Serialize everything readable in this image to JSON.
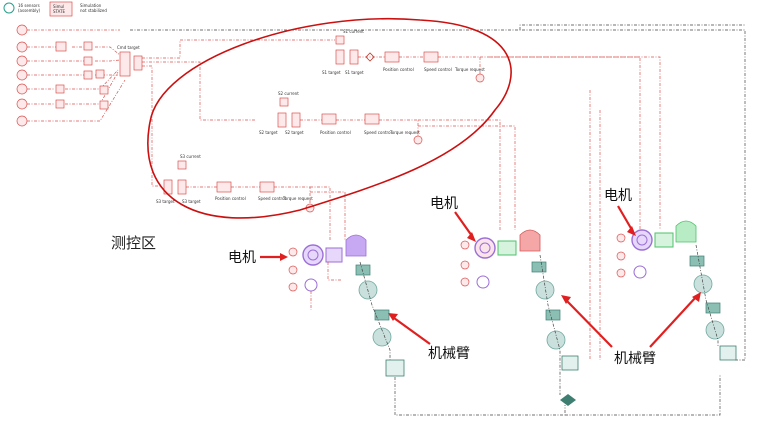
{
  "header": {
    "tool_icon_label": "",
    "box1_line1": "16 sensors",
    "box1_line2": "(assembly)",
    "box2_line1": "Simul",
    "box2_line2": "STATE",
    "note_line1": "Simulation",
    "note_line2": "not stabilized"
  },
  "labels": {
    "cmd_target": "Cmd target",
    "s1_current": "S1 current",
    "s2_current": "S2 current",
    "s3_current": "S3 current",
    "s1_target": "S1 target",
    "s2_target": "S2 target",
    "s3_target": "S3 target",
    "position_control": "Position control",
    "speed_control": "Speed control",
    "torque_request": "Torque request"
  },
  "annotations": {
    "test_area": "测控区",
    "motor": "电机",
    "robot_arm": "机械臂"
  },
  "colors": {
    "block": "#fde8ea",
    "wire": "#d9534f",
    "ellipse": "#cc1010",
    "arrow": "#e02020",
    "arm1": "#9b6fd6",
    "arm2": "#4fc06b",
    "arm3": "#4fc06b",
    "joint": "#6fa8a0"
  }
}
